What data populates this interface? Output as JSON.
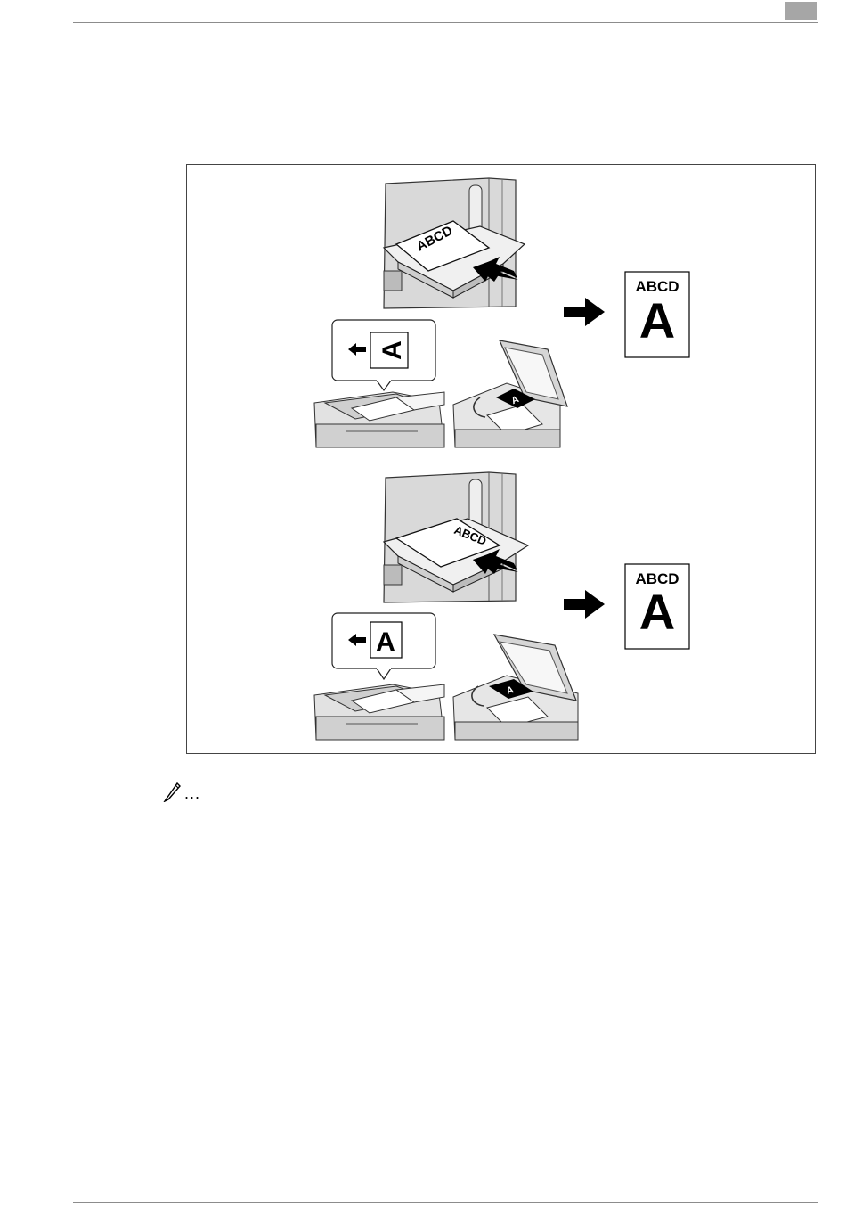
{
  "page": {
    "header_tab": "",
    "footer_text": ""
  },
  "figure": {
    "top": {
      "tray_sheet_text": "ABCD",
      "callout_letter": "A",
      "platen_letter": "A",
      "result_small": "ABCD",
      "result_large": "A"
    },
    "bottom": {
      "tray_sheet_text": "ABCD",
      "callout_letter": "A",
      "platen_letter": "A",
      "result_small": "ABCD",
      "result_large": "A"
    }
  },
  "note": {
    "icon": "pencil-icon",
    "ellipsis": "..."
  }
}
